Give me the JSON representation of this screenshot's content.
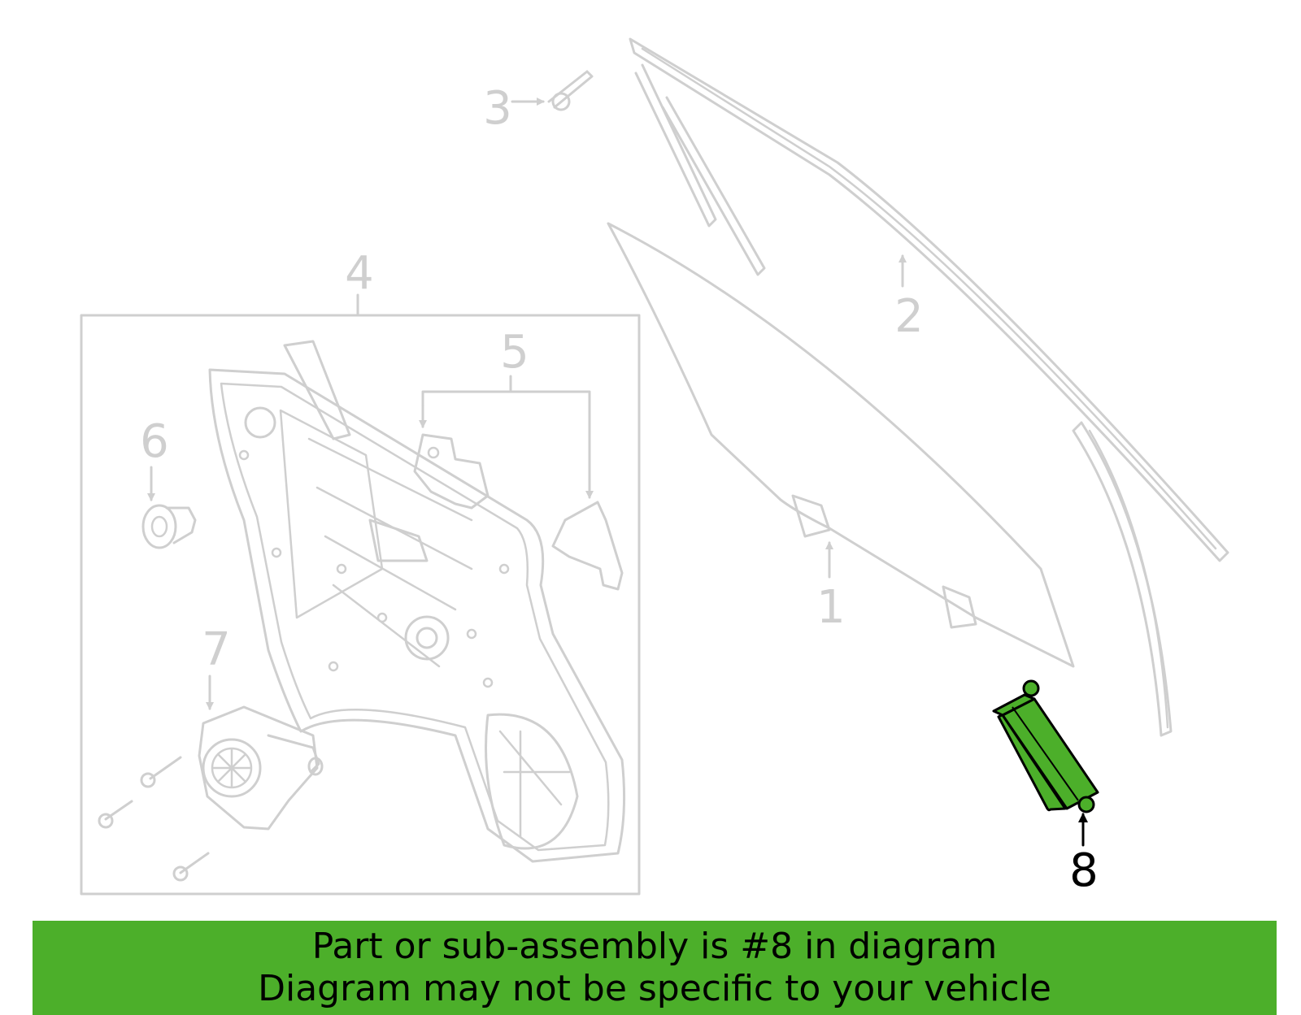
{
  "callouts": {
    "c1": "1",
    "c2": "2",
    "c3": "3",
    "c4": "4",
    "c5": "5",
    "c6": "6",
    "c7": "7",
    "c8": "8"
  },
  "highlight_color": "#4caf2a",
  "banner": {
    "line1": "Part or sub-assembly is #8 in diagram",
    "line2": "Diagram may not be specific to your vehicle"
  }
}
